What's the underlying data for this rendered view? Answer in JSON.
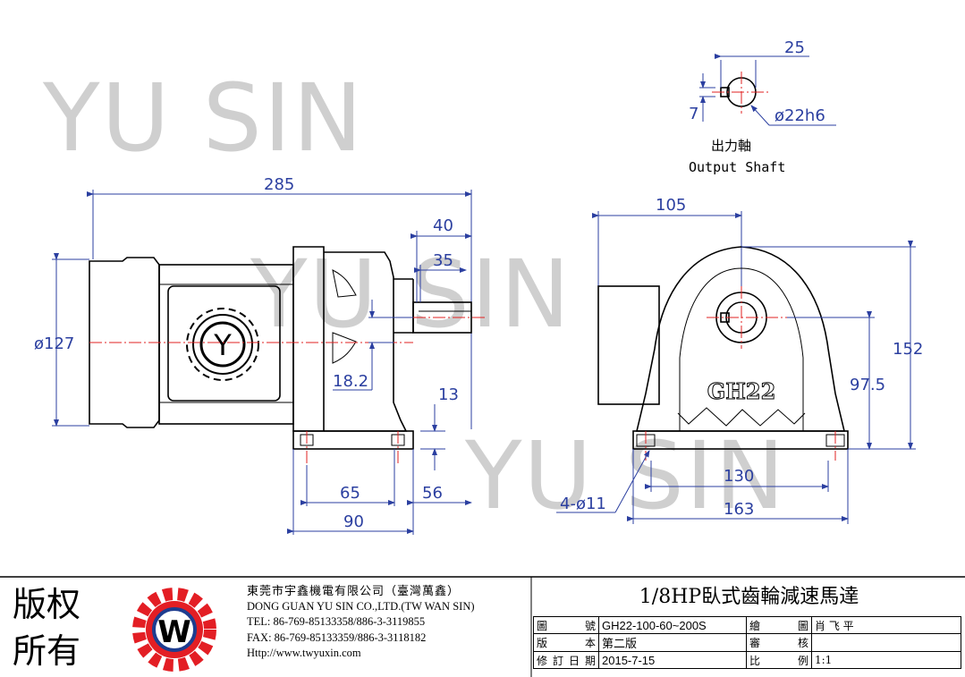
{
  "watermark": {
    "line1": "YU SIN",
    "line2": "YU SIN",
    "line3": "YU SIN"
  },
  "output_shaft": {
    "dim_key_width": "25",
    "dim_key_depth": "7",
    "dim_diameter": "ø22h6",
    "label_cn": "出力軸",
    "label_en": "Output Shaft"
  },
  "side_view": {
    "dim_total_length": "285",
    "dim_shaft_length": "40",
    "dim_key_length": "35",
    "dim_motor_dia": "ø127",
    "dim_offset": "18.2",
    "dim_base_thickness": "13",
    "dim_bolt_spacing": "65",
    "dim_edge": "56",
    "dim_base_length": "90",
    "motor_badge_letter": "Y"
  },
  "front_view": {
    "dim_center_offset": "105",
    "dim_height": "152",
    "dim_center_height": "97.5",
    "dim_bolt_span": "130",
    "dim_base_width": "163",
    "dim_holes": "4-ø11",
    "casting_label": "GH22"
  },
  "title_block": {
    "copyright_line1": "版权",
    "copyright_line2": "所有",
    "logo_letter": "W",
    "company_cn": "東莞市宇鑫機電有限公司（臺灣萬鑫）",
    "company_en": "DONG GUAN YU SIN CO.,LTD.(TW WAN SIN)",
    "tel": "TEL: 86-769-85133358/886-3-3119855",
    "fax": "FAX: 86-769-85133359/886-3-3118182",
    "web": "Http://www.twyuxin.com",
    "product_name": "1/8HP臥式齒輪減速馬達",
    "rows": [
      {
        "label1": "圖　號",
        "value1": "GH22-100-60~200S",
        "label2": "繪　圖",
        "value2": "肖 飞 平"
      },
      {
        "label1": "版　本",
        "value1": "第二版",
        "label2": "審　核",
        "value2": ""
      },
      {
        "label1": "修訂日期",
        "value1": "2015-7-15",
        "label2": "比　例",
        "value2": "1:1"
      }
    ]
  }
}
